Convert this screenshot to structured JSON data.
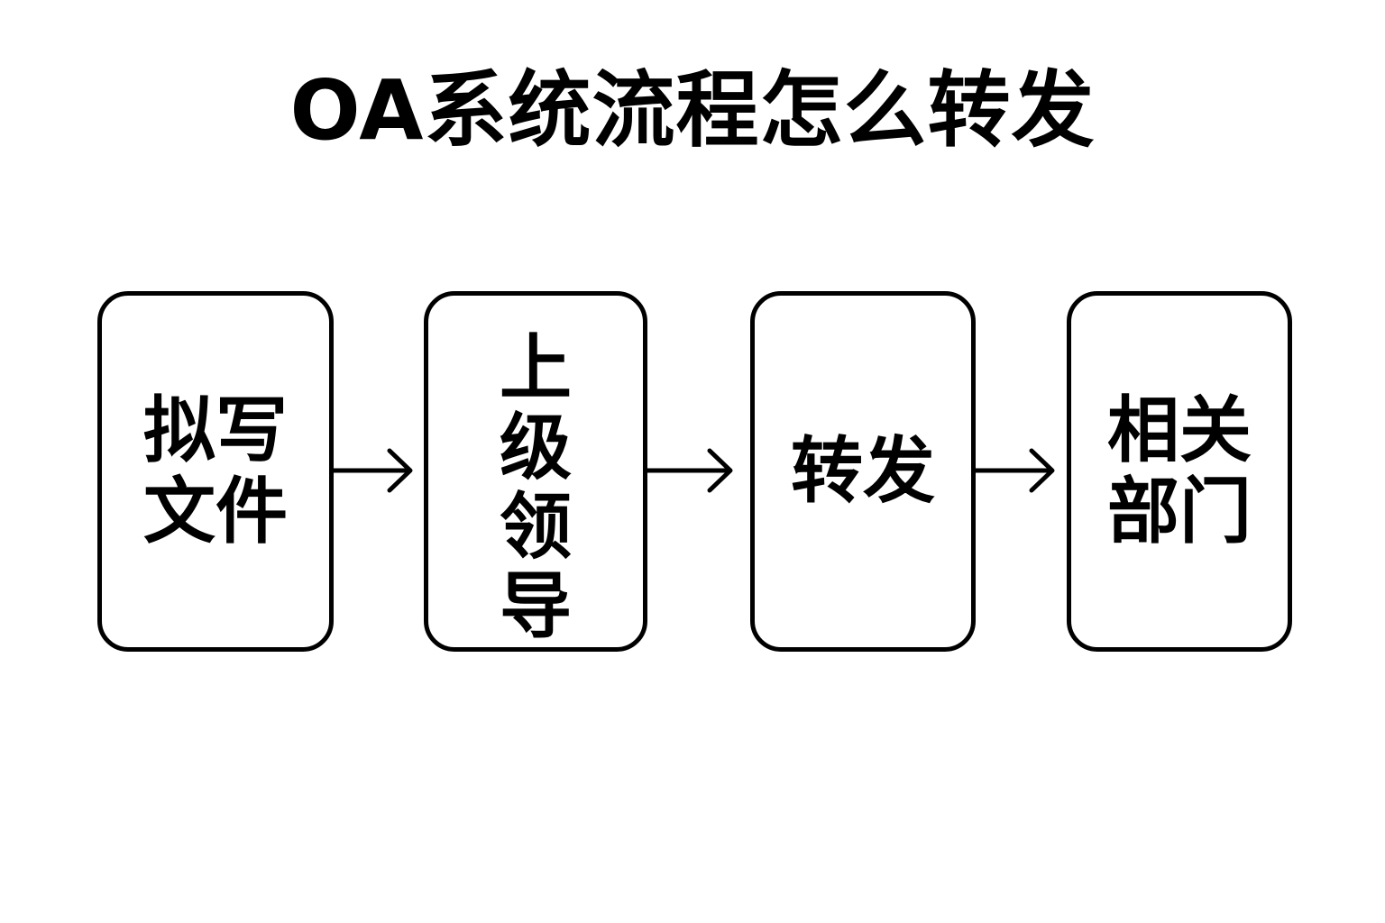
{
  "title": "OA系统流程怎么转发",
  "steps": [
    {
      "label": "拟写文件"
    },
    {
      "label": "上级领导"
    },
    {
      "label": "转发"
    },
    {
      "label": "相关部门"
    }
  ],
  "colors": {
    "background": "#ffffff",
    "stroke": "#000000",
    "text": "#000000"
  },
  "icons": [
    "arrow-right-icon"
  ]
}
